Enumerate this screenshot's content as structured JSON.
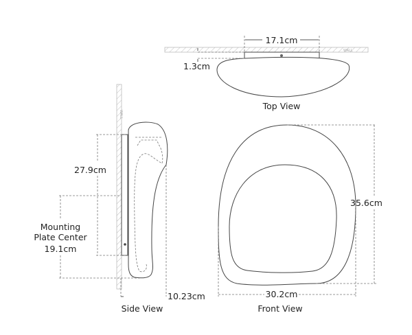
{
  "top_view": {
    "title": "Top View",
    "width": "17.1cm",
    "depth": "1.3cm",
    "wall": "WALL"
  },
  "side_view": {
    "title": "Side View",
    "height": "27.9cm",
    "mounting_label_1": "Mounting",
    "mounting_label_2": "Plate Center",
    "mounting_value": "19.1cm",
    "extension": "10.23cm",
    "wall": "WALL"
  },
  "front_view": {
    "title": "Front View",
    "height": "35.6cm",
    "width": "30.2cm"
  }
}
